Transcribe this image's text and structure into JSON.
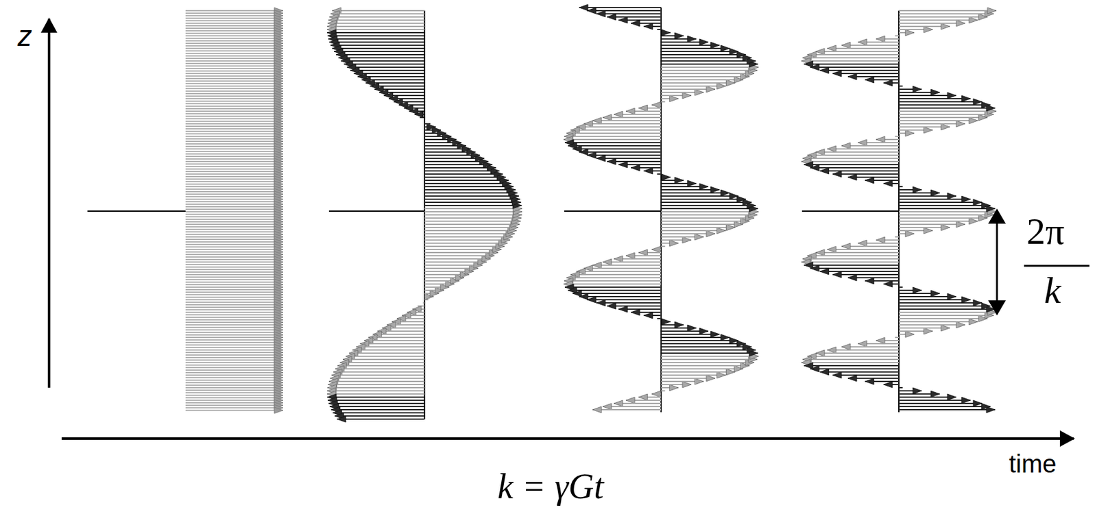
{
  "diagram": {
    "labels": [
      "z",
      "2π",
      "k",
      "time",
      "k = γGt"
    ]
  }
}
